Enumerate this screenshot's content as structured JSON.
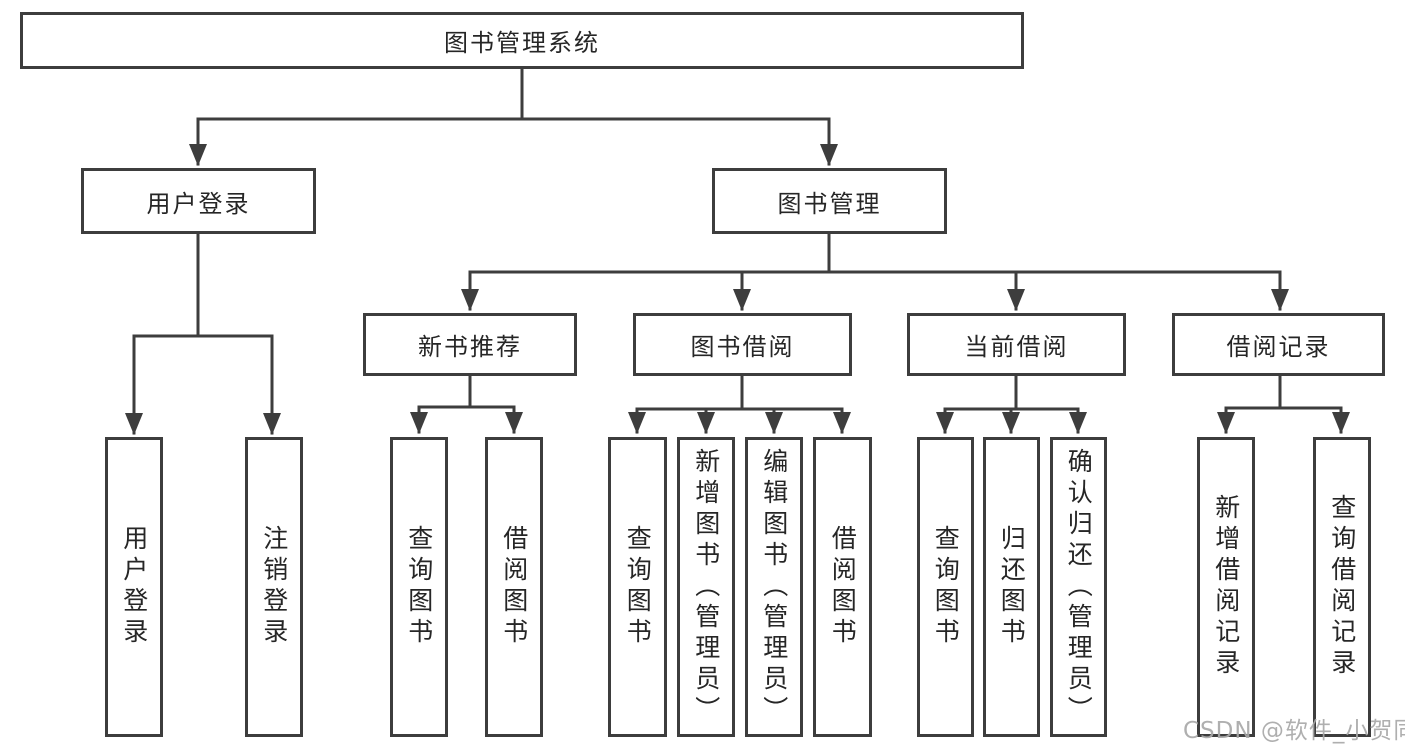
{
  "tree": {
    "label": "图书管理系统",
    "children": [
      {
        "label": "用户登录",
        "children": [
          {
            "label": "用户登录"
          },
          {
            "label": "注销登录"
          }
        ]
      },
      {
        "label": "图书管理",
        "children": [
          {
            "label": "新书推荐",
            "children": [
              {
                "label": "查询图书"
              },
              {
                "label": "借阅图书"
              }
            ]
          },
          {
            "label": "图书借阅",
            "children": [
              {
                "label": "查询图书"
              },
              {
                "label": "新增图书（管理员）"
              },
              {
                "label": "编辑图书（管理员）"
              },
              {
                "label": "借阅图书"
              }
            ]
          },
          {
            "label": "当前借阅",
            "children": [
              {
                "label": "查询图书"
              },
              {
                "label": "归还图书"
              },
              {
                "label": "确认归还（管理员）"
              }
            ]
          },
          {
            "label": "借阅记录",
            "children": [
              {
                "label": "新增借阅记录"
              },
              {
                "label": "查询借阅记录"
              }
            ]
          }
        ]
      }
    ]
  },
  "watermark": {
    "text": "CSDN @软件_小贺同学"
  },
  "colors": {
    "line": "#3d3d3d",
    "text": "#262626",
    "watermark": "#a9a9a9",
    "background": "#ffffff"
  }
}
